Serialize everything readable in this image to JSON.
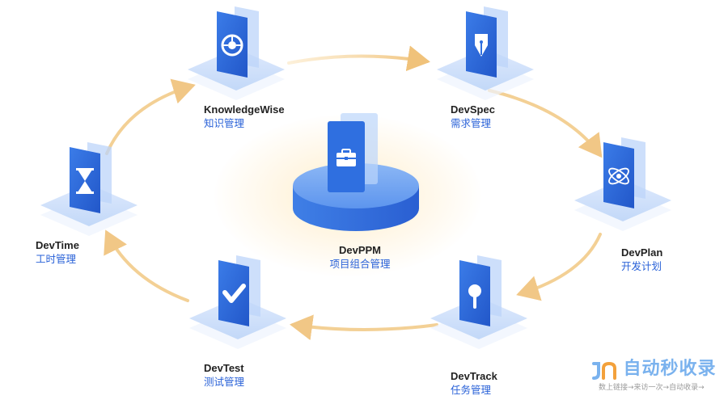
{
  "center": {
    "name": "DevPPM",
    "subtitle": "项目组合管理",
    "icon": "briefcase-icon"
  },
  "modules": [
    {
      "id": "knowledgewise",
      "name": "KnowledgeWise",
      "subtitle": "知识管理",
      "icon": "knowledge-icon"
    },
    {
      "id": "devspec",
      "name": "DevSpec",
      "subtitle": "需求管理",
      "icon": "pen-nib-icon"
    },
    {
      "id": "devplan",
      "name": "DevPlan",
      "subtitle": "开发计划",
      "icon": "orbit-icon"
    },
    {
      "id": "devtrack",
      "name": "DevTrack",
      "subtitle": "任务管理",
      "icon": "magnifier-icon"
    },
    {
      "id": "devtest",
      "name": "DevTest",
      "subtitle": "测试管理",
      "icon": "checkmark-icon"
    },
    {
      "id": "devtime",
      "name": "DevTime",
      "subtitle": "工时管理",
      "icon": "hourglass-icon"
    }
  ],
  "watermark": {
    "title": "自动秒收录",
    "subtitle": "数上链接→来访一次→自动收录→"
  },
  "colors": {
    "blue": "#2f6fe0",
    "blue_dark": "#1f56c8",
    "tile": "#cfe2fb",
    "arrow": "#f2cc8a",
    "label_zh": "#2a62d8"
  }
}
